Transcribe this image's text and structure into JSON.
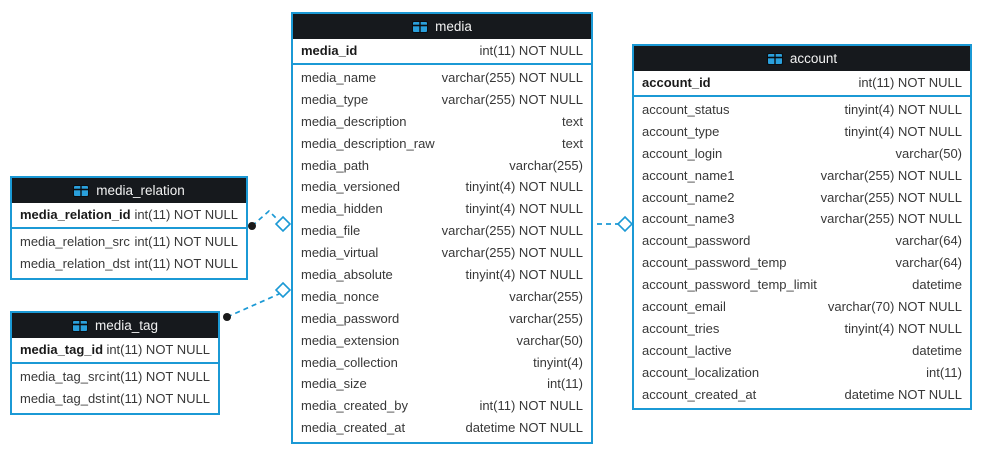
{
  "colors": {
    "accent_blue": "#1b99d5",
    "header_bg": "#16191d",
    "header_text": "#f2f2f2",
    "row_text": "#383838",
    "connector": "#1b99d5",
    "connector_dot": "#1a1a1a",
    "icon_blue": "#2aa0dc"
  },
  "icons": {
    "table_header": "table-grid-icon"
  },
  "tables": {
    "media": {
      "title": "media",
      "pk": {
        "name": "media_id",
        "type": "int(11) NOT NULL"
      },
      "columns": [
        {
          "name": "media_name",
          "type": "varchar(255) NOT NULL"
        },
        {
          "name": "media_type",
          "type": "varchar(255) NOT NULL"
        },
        {
          "name": "media_description",
          "type": "text"
        },
        {
          "name": "media_description_raw",
          "type": "text"
        },
        {
          "name": "media_path",
          "type": "varchar(255)"
        },
        {
          "name": "media_versioned",
          "type": "tinyint(4) NOT NULL"
        },
        {
          "name": "media_hidden",
          "type": "tinyint(4) NOT NULL"
        },
        {
          "name": "media_file",
          "type": "varchar(255) NOT NULL"
        },
        {
          "name": "media_virtual",
          "type": "varchar(255) NOT NULL"
        },
        {
          "name": "media_absolute",
          "type": "tinyint(4) NOT NULL"
        },
        {
          "name": "media_nonce",
          "type": "varchar(255)"
        },
        {
          "name": "media_password",
          "type": "varchar(255)"
        },
        {
          "name": "media_extension",
          "type": "varchar(50)"
        },
        {
          "name": "media_collection",
          "type": "tinyint(4)"
        },
        {
          "name": "media_size",
          "type": "int(11)"
        },
        {
          "name": "media_created_by",
          "type": "int(11) NOT NULL"
        },
        {
          "name": "media_created_at",
          "type": "datetime NOT NULL"
        }
      ]
    },
    "account": {
      "title": "account",
      "pk": {
        "name": "account_id",
        "type": "int(11) NOT NULL"
      },
      "columns": [
        {
          "name": "account_status",
          "type": "tinyint(4) NOT NULL"
        },
        {
          "name": "account_type",
          "type": "tinyint(4) NOT NULL"
        },
        {
          "name": "account_login",
          "type": "varchar(50)"
        },
        {
          "name": "account_name1",
          "type": "varchar(255) NOT NULL"
        },
        {
          "name": "account_name2",
          "type": "varchar(255) NOT NULL"
        },
        {
          "name": "account_name3",
          "type": "varchar(255) NOT NULL"
        },
        {
          "name": "account_password",
          "type": "varchar(64)"
        },
        {
          "name": "account_password_temp",
          "type": "varchar(64)"
        },
        {
          "name": "account_password_temp_limit",
          "type": "datetime"
        },
        {
          "name": "account_email",
          "type": "varchar(70) NOT NULL"
        },
        {
          "name": "account_tries",
          "type": "tinyint(4) NOT NULL"
        },
        {
          "name": "account_lactive",
          "type": "datetime"
        },
        {
          "name": "account_localization",
          "type": "int(11)"
        },
        {
          "name": "account_created_at",
          "type": "datetime NOT NULL"
        }
      ]
    },
    "media_relation": {
      "title": "media_relation",
      "pk": {
        "name": "media_relation_id",
        "type": "int(11) NOT NULL"
      },
      "columns": [
        {
          "name": "media_relation_src",
          "type": "int(11) NOT NULL"
        },
        {
          "name": "media_relation_dst",
          "type": "int(11) NOT NULL"
        }
      ]
    },
    "media_tag": {
      "title": "media_tag",
      "pk": {
        "name": "media_tag_id",
        "type": "int(11) NOT NULL"
      },
      "columns": [
        {
          "name": "media_tag_src",
          "type": "int(11) NOT NULL"
        },
        {
          "name": "media_tag_dst",
          "type": "int(11) NOT NULL"
        }
      ]
    }
  },
  "relations": [
    {
      "from_table": "media_relation",
      "to_table": "media",
      "from_marker": "filled-dot",
      "to_marker": "open-diamond",
      "line_style": "dashed"
    },
    {
      "from_table": "media_tag",
      "to_table": "media",
      "from_marker": "filled-dot",
      "to_marker": "open-diamond",
      "line_style": "dashed"
    },
    {
      "from_table": "media",
      "to_table": "account",
      "from_marker": "filled-dot",
      "to_marker": "open-diamond",
      "line_style": "dashed"
    }
  ]
}
